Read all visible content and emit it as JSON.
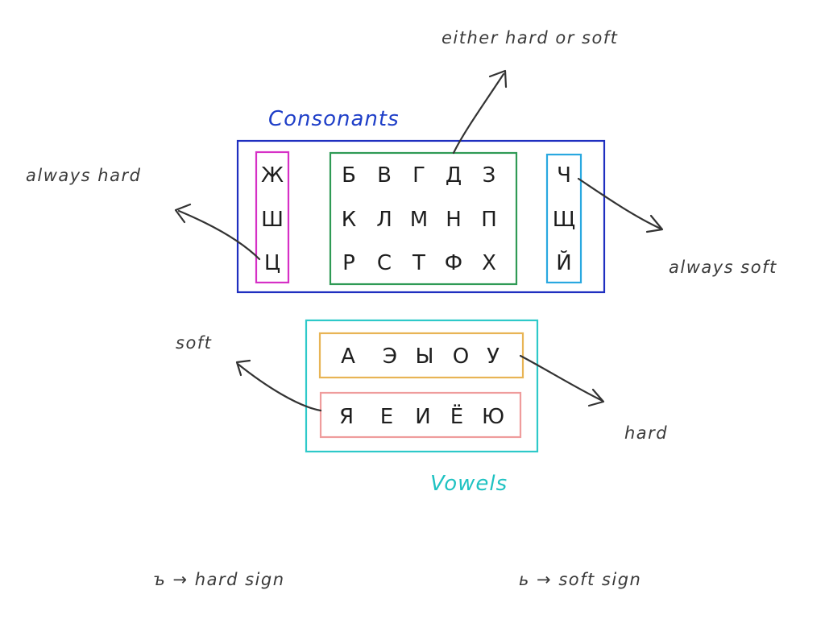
{
  "colors": {
    "consonants": "#1f2fc0",
    "always_hard": "#d630c6",
    "hard_or_soft": "#2f9a55",
    "always_soft": "#29a8e0",
    "vowels": "#2ec9c9",
    "hard_vowels": "#e8b455",
    "soft_vowels": "#ef9c9c",
    "ink": "#333333"
  },
  "labels": {
    "consonants_title": "Consonants",
    "vowels_title": "Vowels",
    "either": "either hard or soft",
    "always_hard": "always hard",
    "always_soft": "always soft",
    "soft": "soft",
    "hard": "hard",
    "hard_sign": "ъ → hard sign",
    "soft_sign": "ь → soft sign"
  },
  "consonants": {
    "always_hard": [
      "Ж",
      "Ш",
      "Ц"
    ],
    "hard_or_soft": [
      [
        "Б",
        "В",
        "Г",
        "Д",
        "З"
      ],
      [
        "К",
        "Л",
        "М",
        "Н",
        "П"
      ],
      [
        "Р",
        "С",
        "Т",
        "Ф",
        "Х"
      ]
    ],
    "always_soft": [
      "Ч",
      "Щ",
      "Й"
    ]
  },
  "vowels": {
    "hard": [
      "А",
      "Э",
      "Ы",
      "О",
      "У"
    ],
    "soft": [
      "Я",
      "Е",
      "И",
      "Ё",
      "Ю"
    ]
  }
}
